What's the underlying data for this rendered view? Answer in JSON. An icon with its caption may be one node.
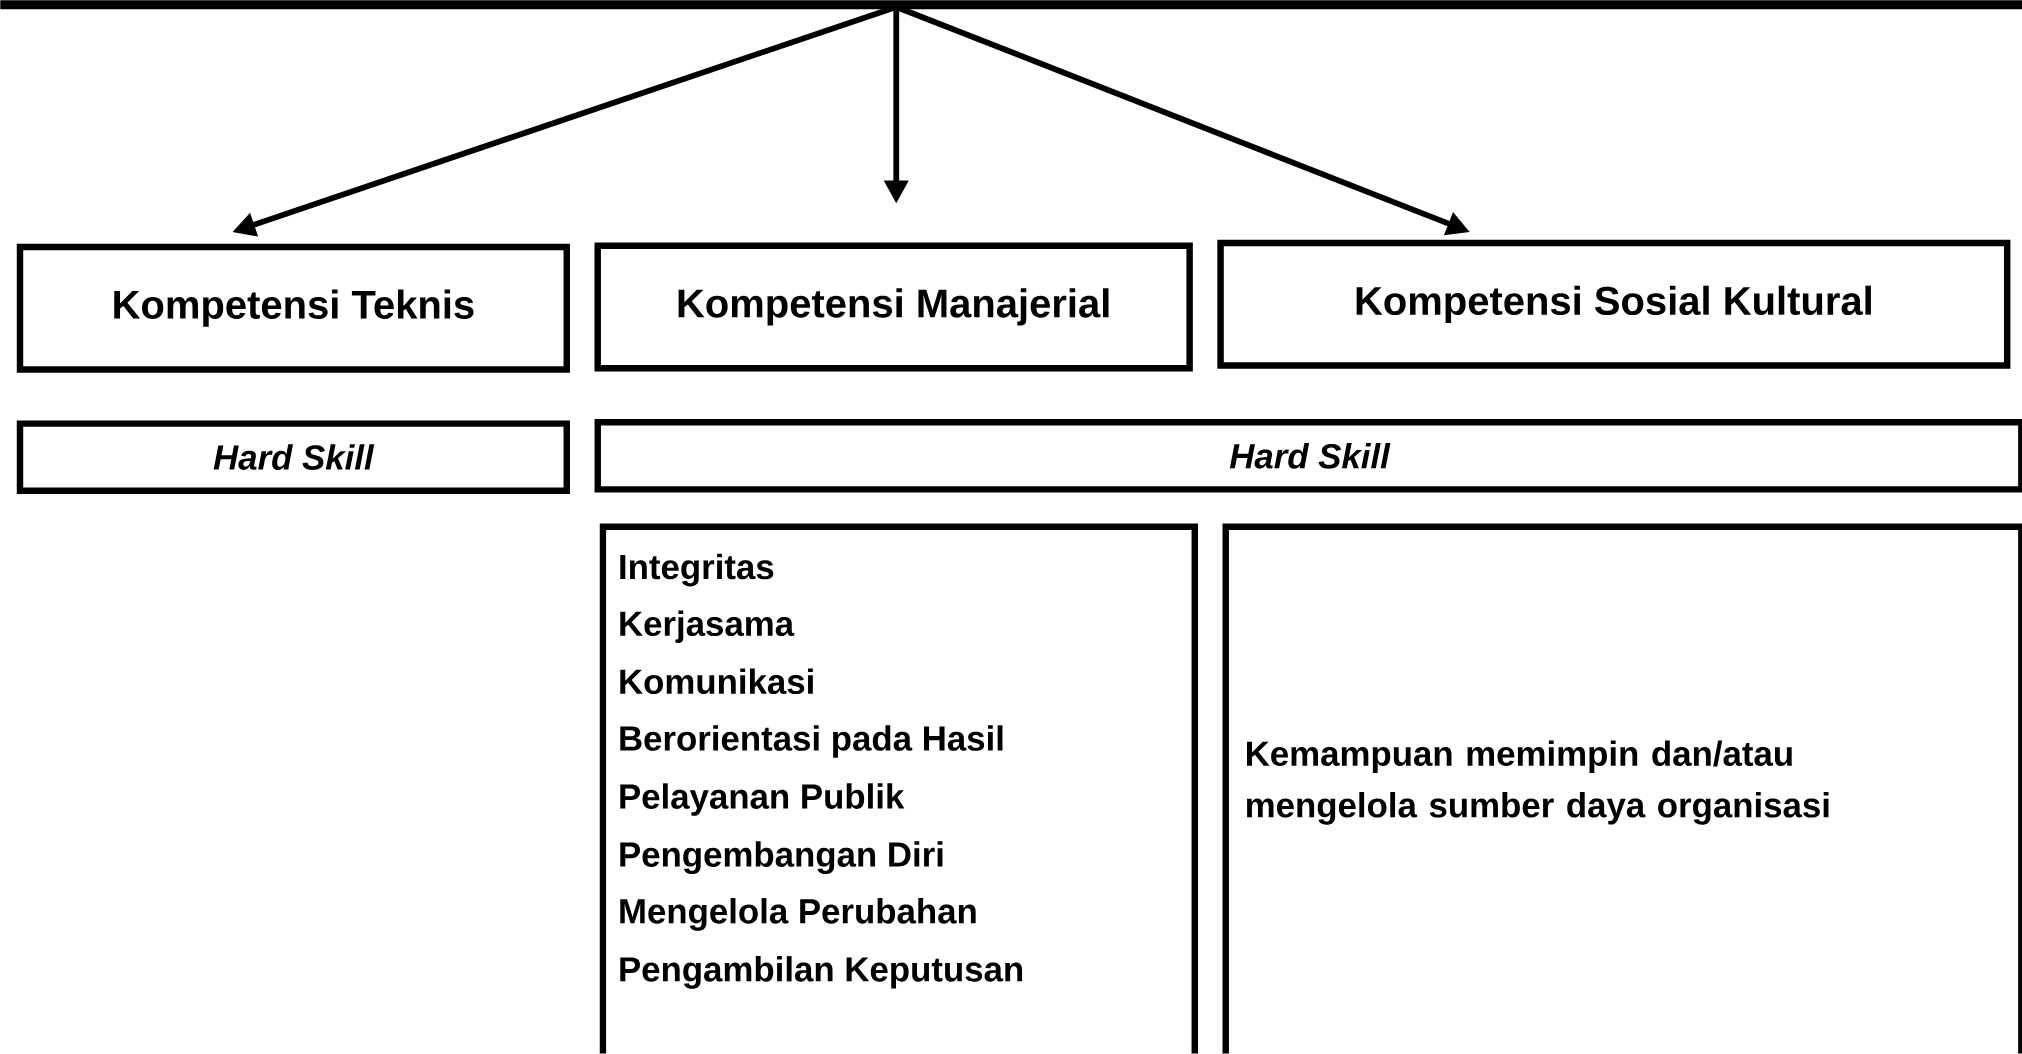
{
  "diagram": {
    "nodes": [
      {
        "text": [],
        "shape": "bar"
      },
      {
        "text": [
          "Kompetensi Teknis"
        ]
      },
      {
        "text": [
          "Kompetensi Manajerial"
        ]
      },
      {
        "text": [
          "Kompetensi Sosial Kultural"
        ]
      },
      {
        "text": [
          "Hard Skill"
        ]
      },
      {
        "text": [
          "Hard Skill"
        ]
      },
      {
        "text": [
          "Integritas",
          "Kerjasama",
          "Komunikasi",
          "Berorientasi pada Hasil",
          "Pelayanan Publik",
          "Pengembangan Diri",
          "Mengelola Perubahan",
          "Pengambilan Keputusan"
        ]
      },
      {
        "text": [
          "Kemampuan memimpin dan/atau mengelola sumber daya organisasi"
        ]
      }
    ],
    "edges": [
      {
        "from": 0,
        "to": 1,
        "arrow": "to"
      },
      {
        "from": 0,
        "to": 2,
        "arrow": "to"
      },
      {
        "from": 0,
        "to": 3,
        "arrow": "to"
      }
    ]
  }
}
